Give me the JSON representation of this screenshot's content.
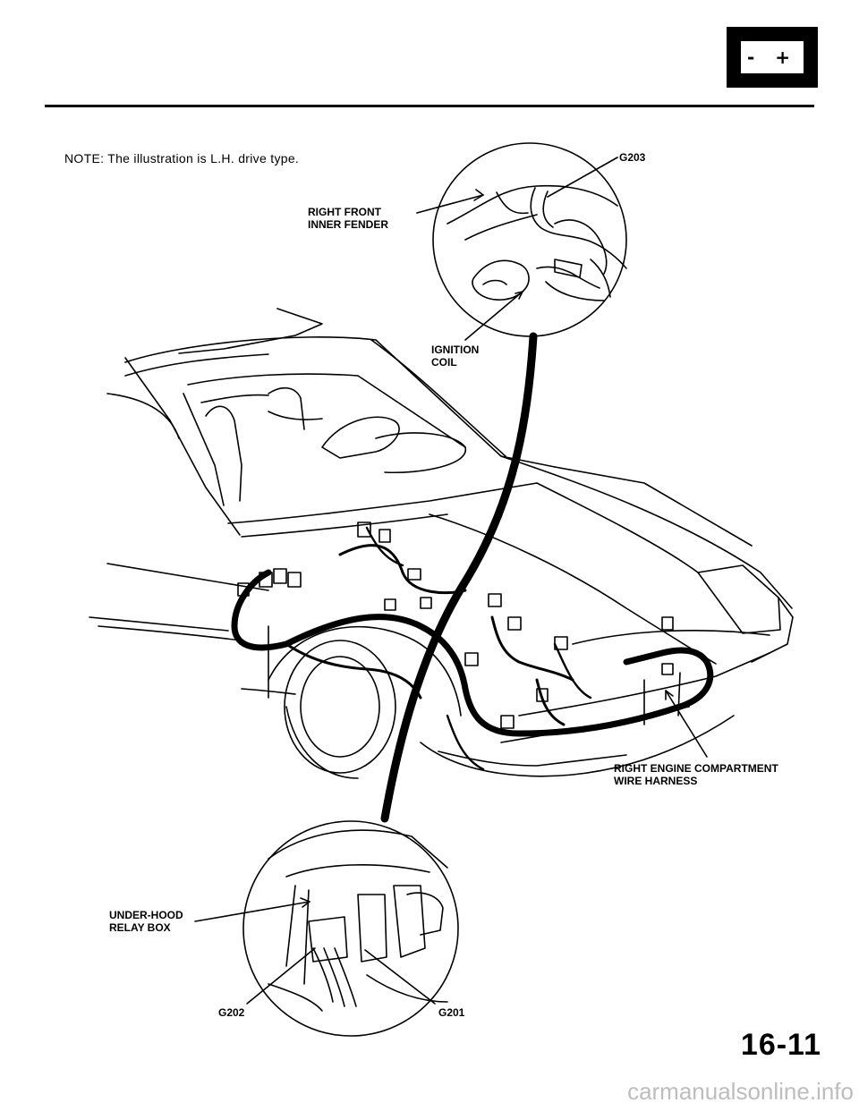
{
  "note": {
    "prefix": "NOTE:",
    "text": "The illustration is L.H. drive type."
  },
  "battery_icon": {
    "icon": "battery-icon",
    "symbols": "- +"
  },
  "callouts": {
    "g203": "G203",
    "right_front_inner_fender_line1": "RIGHT FRONT",
    "right_front_inner_fender_line2": "INNER FENDER",
    "ignition_coil_line1": "IGNITION",
    "ignition_coil_line2": "COIL",
    "right_engine_harness_line1": "RIGHT ENGINE COMPARTMENT",
    "right_engine_harness_line2": "WIRE HARNESS",
    "under_hood_relay_box_line1": "UNDER-HOOD",
    "under_hood_relay_box_line2": "RELAY BOX",
    "g202": "G202",
    "g201": "G201"
  },
  "page_number": "16-11",
  "watermark": "carmanualsonline.info"
}
